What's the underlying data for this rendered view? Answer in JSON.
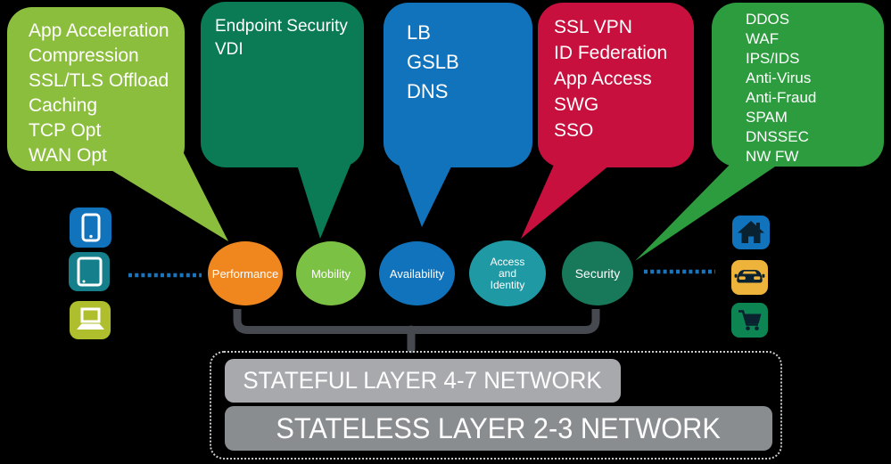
{
  "title": "Application network services diagram",
  "bubbles": [
    {
      "id": "performance-services",
      "color": "#8CBE3E",
      "lines": [
        "App Acceleration",
        "Compression",
        "SSL/TLS Offload",
        "Caching",
        "TCP Opt",
        "WAN Opt"
      ]
    },
    {
      "id": "mobility-services",
      "color": "#0A7B54",
      "lines": [
        "Endpoint Security",
        "VDI"
      ]
    },
    {
      "id": "availability-services",
      "color": "#1173BB",
      "lines": [
        "LB",
        "GSLB",
        "DNS"
      ]
    },
    {
      "id": "access-identity-services",
      "color": "#C8103E",
      "lines": [
        "SSL VPN",
        "ID Federation",
        "App Access",
        "SWG",
        "SSO"
      ]
    },
    {
      "id": "security-services",
      "color": "#2C9C3F",
      "lines": [
        "DDOS",
        "WAF",
        "IPS/IDS",
        "Anti-Virus",
        "Anti-Fraud",
        "SPAM",
        "DNSSEC",
        "NW FW"
      ]
    }
  ],
  "circles": [
    {
      "label": "Performance",
      "color": "#F0861E"
    },
    {
      "label": "Mobility",
      "color": "#7BC143"
    },
    {
      "label": "Availability",
      "color": "#1173BB"
    },
    {
      "label": "Access and Identity",
      "lines": [
        "Access",
        "and",
        "Identity"
      ],
      "color": "#1F9AA5"
    },
    {
      "label": "Security",
      "color": "#17795A"
    }
  ],
  "left_devices": [
    {
      "icon": "smartphone-icon",
      "color": "#1173BB"
    },
    {
      "icon": "tablet-icon",
      "color": "#15808C"
    },
    {
      "icon": "laptop-icon",
      "color": "#AFBE2C"
    }
  ],
  "right_devices": [
    {
      "icon": "home-icon",
      "color": "#1173BB"
    },
    {
      "icon": "car-icon",
      "color": "#EEB33B"
    },
    {
      "icon": "shopping-cart-icon",
      "color": "#0D8552"
    }
  ],
  "layers": {
    "stateful": "STATEFUL LAYER 4-7 NETWORK",
    "stateless": "STATELESS LAYER 2-3 NETWORK",
    "stateful_color": "#A7A9AC",
    "stateless_color": "#8A8D90"
  },
  "colors": {
    "background": "#000000",
    "bracket": "#46494F",
    "connector": "#1B75BC",
    "dotted_border": "#C9CBCD",
    "text": "#FFFFFF"
  }
}
